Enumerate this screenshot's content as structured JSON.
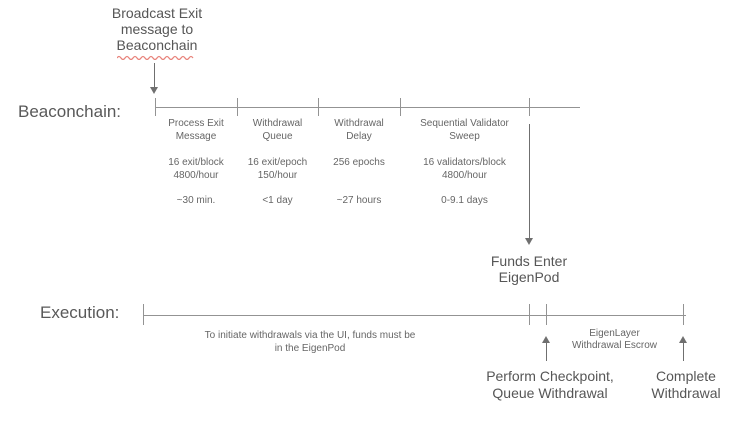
{
  "broadcast": {
    "line1": "Broadcast Exit",
    "line2": "message to",
    "line3": "Beaconchain"
  },
  "beaconchain": {
    "row_label": "Beaconchain:",
    "segments": [
      {
        "title_line1": "Process Exit",
        "title_line2": "Message",
        "rate_line1": "16 exit/block",
        "rate_line2": "4800/hour",
        "duration": "~30 min."
      },
      {
        "title_line1": "Withdrawal",
        "title_line2": "Queue",
        "rate_line1": "16 exit/epoch",
        "rate_line2": "150/hour",
        "duration": "<1 day"
      },
      {
        "title_line1": "Withdrawal",
        "title_line2": "Delay",
        "rate_line1": "256 epochs",
        "rate_line2": "",
        "duration": "~27 hours"
      },
      {
        "title_line1": "Sequential Validator",
        "title_line2": "Sweep",
        "rate_line1": "16 validators/block",
        "rate_line2": "4800/hour",
        "duration": "0-9.1 days"
      }
    ]
  },
  "funds_enter": {
    "line1": "Funds Enter",
    "line2": "EigenPod"
  },
  "execution": {
    "row_label": "Execution:",
    "note_line1": "To initiate withdrawals via the UI, funds must be",
    "note_line2": "in the EigenPod",
    "escrow_line1": "EigenLayer",
    "escrow_line2": "Withdrawal Escrow",
    "checkpoint_line1": "Perform Checkpoint,",
    "checkpoint_line2": "Queue Withdrawal",
    "complete_line1": "Complete",
    "complete_line2": "Withdrawal"
  },
  "colors": {
    "text_heading": "#565656",
    "text_small": "#666666",
    "line_gray": "#939393",
    "arrow_gray": "#6f6f6f",
    "spellcheck_red": "#e8827a"
  }
}
